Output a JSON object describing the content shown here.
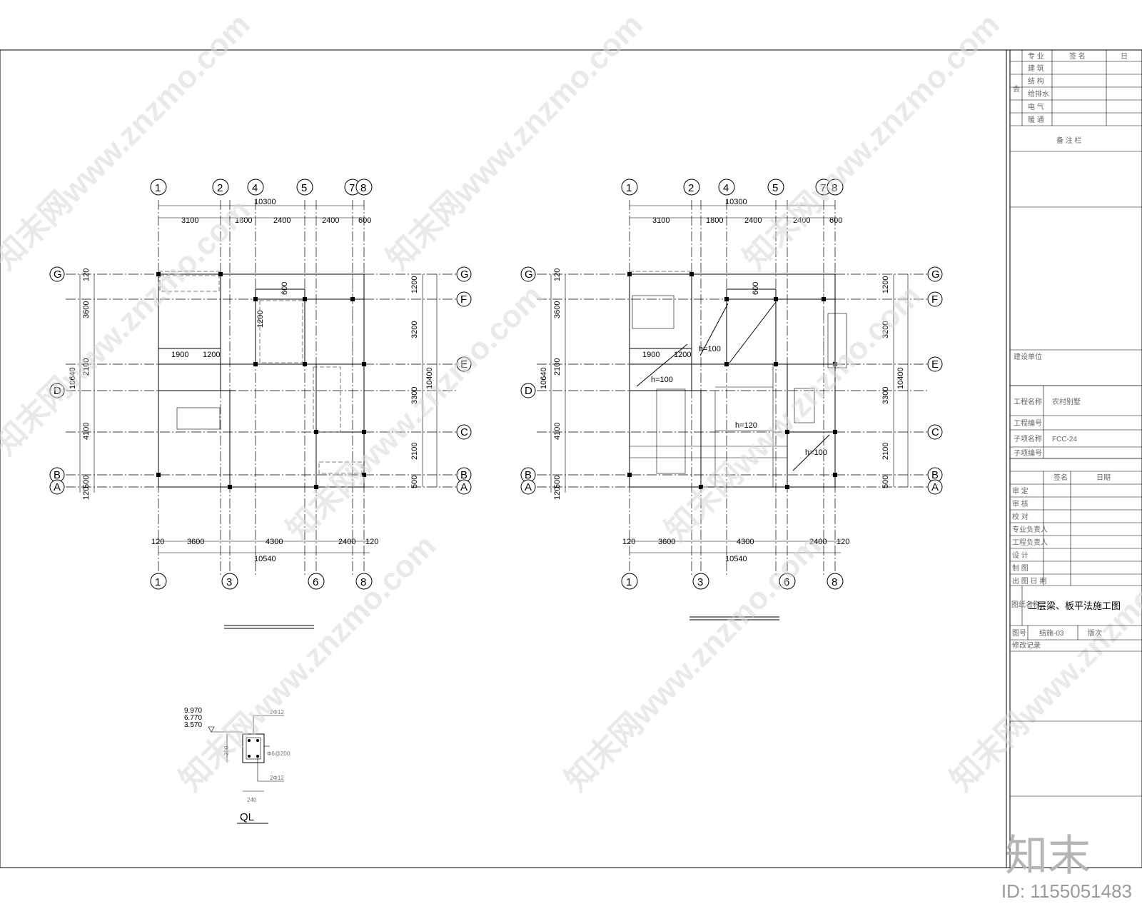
{
  "plan": {
    "top_axes": [
      "1",
      "2",
      "4",
      "5",
      "7",
      "8"
    ],
    "bottom_axes": [
      "1",
      "3",
      "6",
      "8"
    ],
    "left_rows": [
      "G",
      "D",
      "B",
      "A"
    ],
    "right_rows": [
      "G",
      "F",
      "E",
      "C",
      "B",
      "A"
    ],
    "top_total": "10300",
    "top_dims": [
      "3100",
      "1800",
      "2400",
      "2400",
      "600"
    ],
    "bottom_total": "10540",
    "bottom_dims": [
      "120",
      "3600",
      "4300",
      "2400",
      "120"
    ],
    "left_total": "10640",
    "left_dims": [
      "120",
      "3600",
      "2100",
      "4100",
      "500",
      "120"
    ],
    "right_total": "10400",
    "right_dims": [
      "1200",
      "3200",
      "3300",
      "2100",
      "500"
    ],
    "inner_dims": [
      "1900",
      "1200"
    ],
    "inner_dim_600": "600",
    "inner_dim_1200": "1200"
  },
  "slab": {
    "h100": "h=100",
    "h120": "h=120"
  },
  "detail": {
    "title": "QL",
    "elevations": [
      "9.970",
      "6.770",
      "3.570"
    ],
    "dim_240": "240",
    "dim_300": "300",
    "rebar_top": "2Φ12",
    "rebar_bottom": "2Φ12",
    "stirrup": "Φ6@200"
  },
  "title_block": {
    "sign_header": [
      "专 业",
      "签 名",
      "日"
    ],
    "sign_rows": [
      "建 筑",
      "结 构",
      "给排水",
      "电 气",
      "暖 通"
    ],
    "sign_side": "会",
    "remarks": "备 注 栏",
    "owner_label": "建设单位",
    "project_label": "工程名称",
    "project_value": "农村别墅",
    "project_no_label": "工程编号",
    "sub_label": "子项名称",
    "sub_value": "FCC-24",
    "sub_no_label": "子项编号",
    "staff_header": [
      "签名",
      "日期"
    ],
    "staff_rows": [
      "审 定",
      "审 核",
      "校 对",
      "专业负责人",
      "工程负责人",
      "设 计",
      "制 图",
      "出 图 日 期"
    ],
    "drawing_label": "图纸名称",
    "drawing_title": "二层梁、板平法施工图",
    "sheet_label": "图号",
    "sheet_value": "结施-03",
    "version_label": "版次",
    "modify_label": "修改记录"
  },
  "watermark": "知末网www.znzmo.com",
  "logo": "知末",
  "id_label": "ID: 1155051483"
}
